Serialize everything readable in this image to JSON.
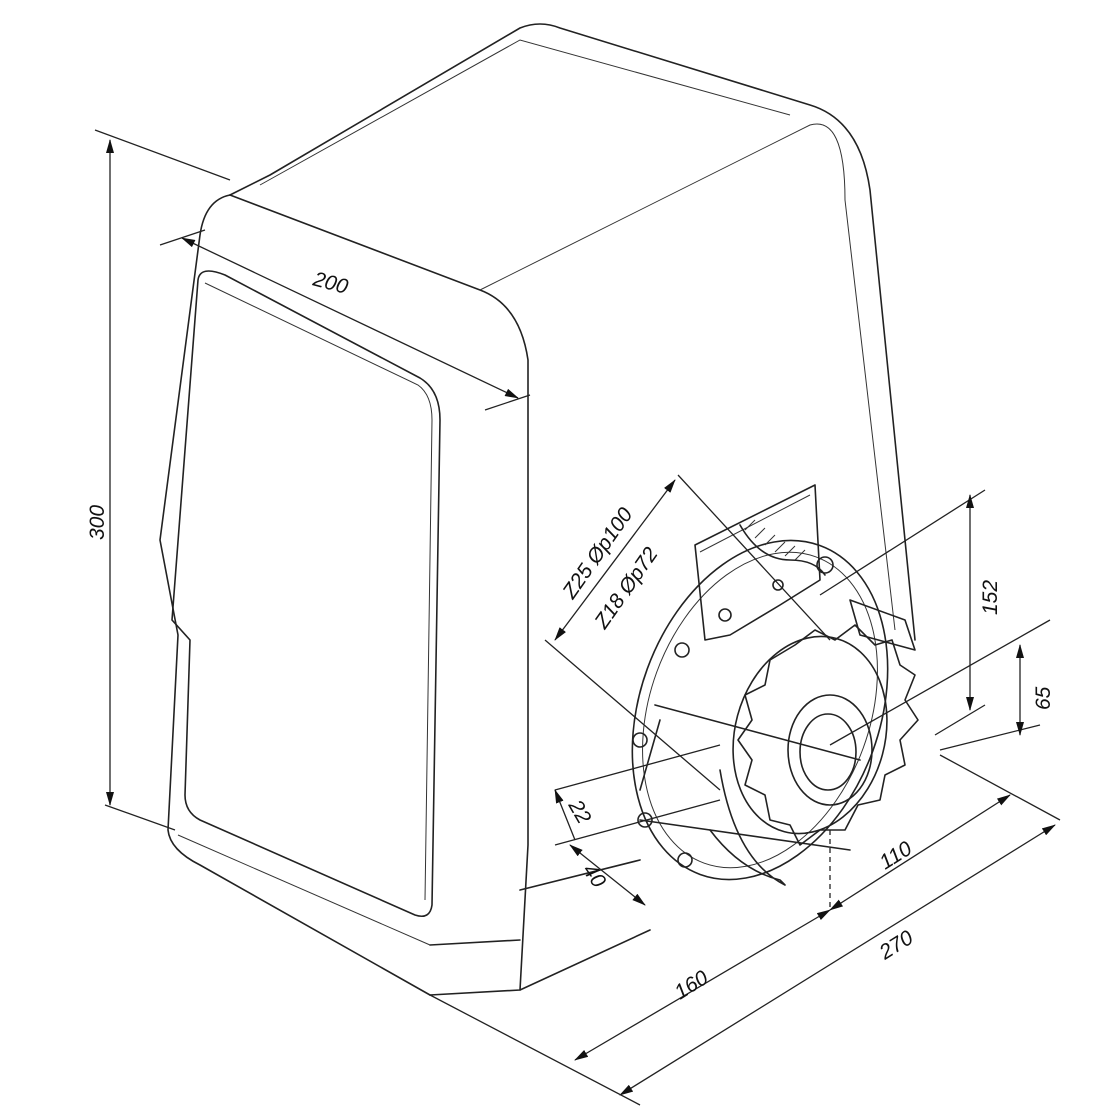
{
  "title": "Sliding gate motor dimensions",
  "dimensions": {
    "height": "300",
    "depth": "200",
    "gear_large": "Z25 Øp100",
    "gear_small": "Z18 Øp72",
    "bracket_height": "152",
    "shaft_height": "65",
    "offset_22": "22",
    "offset_40": "40",
    "front_to_shaft": "110",
    "base_to_shaft": "160",
    "total_length": "270"
  },
  "colors": {
    "line": "#222222",
    "background": "#ffffff"
  }
}
